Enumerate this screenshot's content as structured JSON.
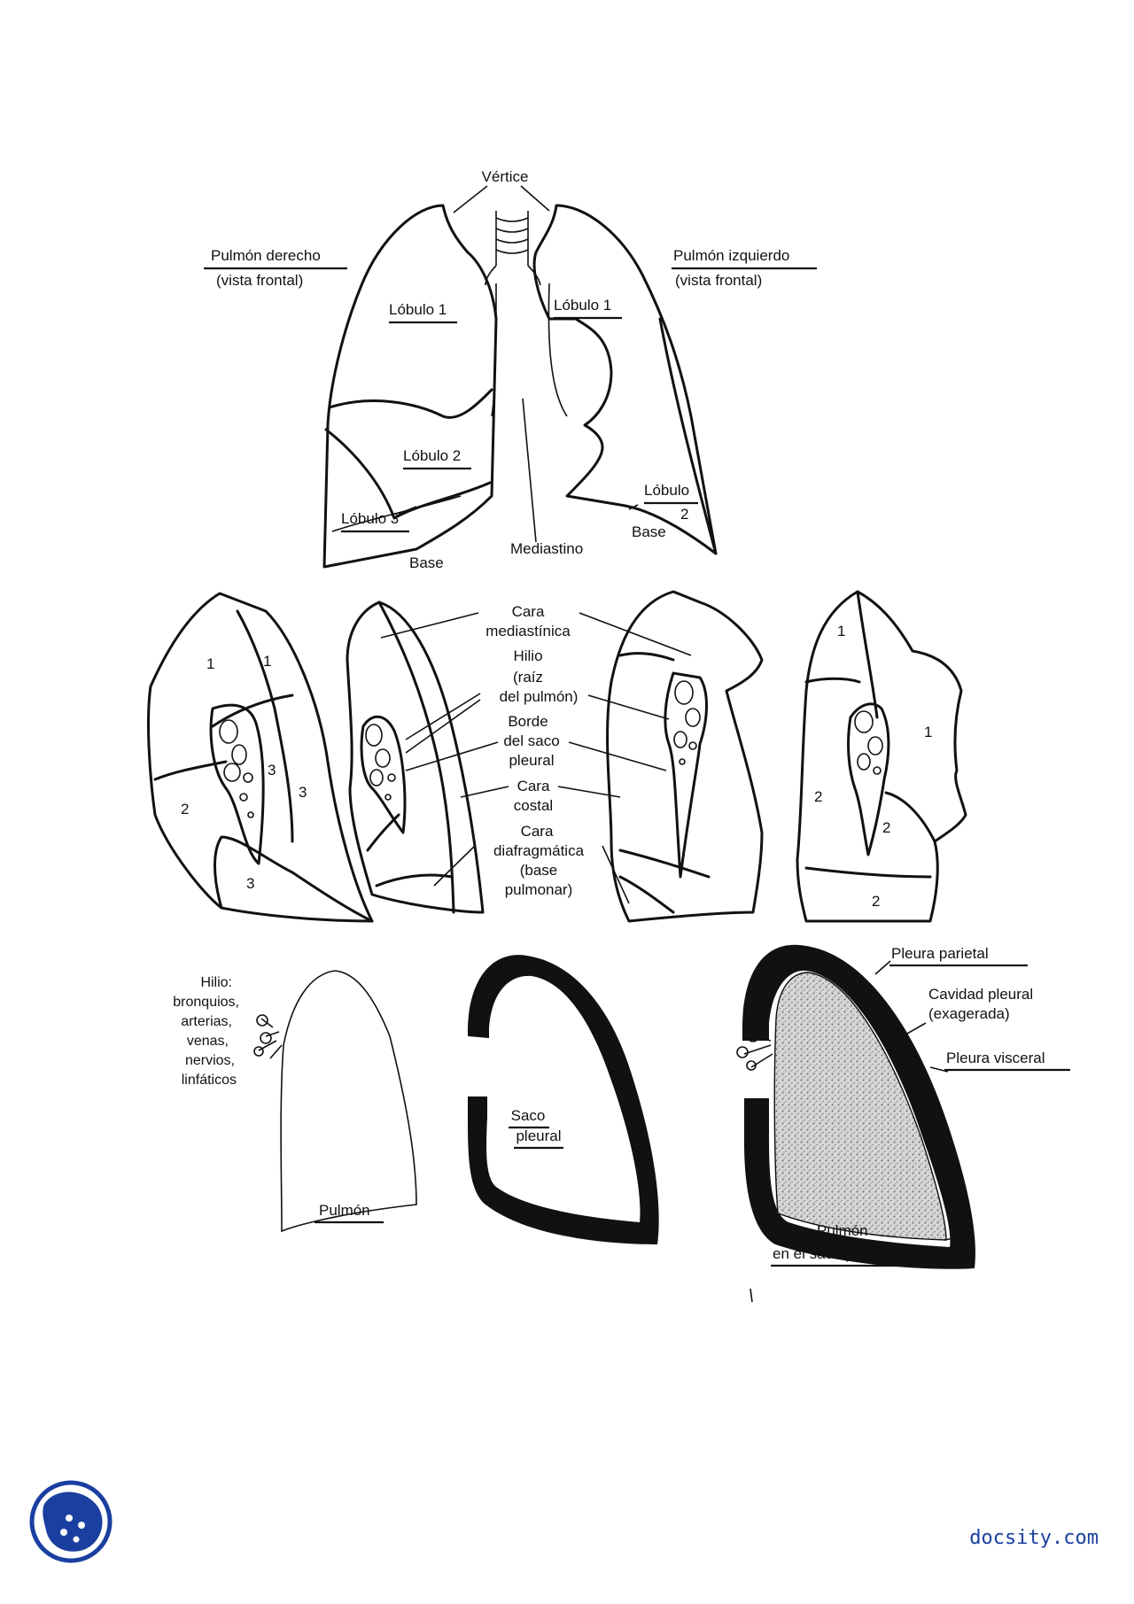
{
  "diagram": {
    "top": {
      "vertex": "Vértice",
      "right_lung_title": "Pulmón derecho",
      "right_lung_view": "(vista frontal)",
      "left_lung_title": "Pulmón izquierdo",
      "left_lung_view": "(vista frontal)",
      "right_lobe1": "Lóbulo 1",
      "right_lobe2": "Lóbulo 2",
      "right_lobe3": "Lóbulo 3",
      "right_base": "Base",
      "left_lobe1": "Lóbulo 1",
      "left_lobe2_line1": "Lóbulo",
      "left_lobe2_line2": "2",
      "left_base": "Base",
      "mediastinum": "Mediastino"
    },
    "middle": {
      "lobe_numbers": [
        "1",
        "1",
        "3",
        "3",
        "2",
        "3",
        "1",
        "1",
        "2",
        "2",
        "2"
      ],
      "labels": [
        "Cara",
        "mediastínica",
        "Hilio",
        "(raíz",
        "del pulmón)",
        "Borde",
        "del saco",
        "pleural",
        "Cara",
        "costal",
        "Cara",
        "diafragmática",
        "(base",
        "pulmonar)"
      ]
    },
    "bottom": {
      "hilum_lines": [
        "Hilio:",
        "bronquios,",
        "arterias,",
        "venas,",
        "nervios,",
        "linfáticos"
      ],
      "lung_label": "Pulmón",
      "sac_line1": "Saco",
      "sac_line2": "pleural",
      "parietal": "Pleura parietal",
      "cavity_line1": "Cavidad pleural",
      "cavity_line2": "(exagerada)",
      "visceral": "Pleura visceral",
      "in_sac_line1": "Pulmón",
      "in_sac_line2": "en el saco pleural"
    }
  },
  "footer": {
    "watermark": "docsity.com",
    "logo_icon": "docsity-logo-icon"
  },
  "colors": {
    "ink": "#111111",
    "brand": "#1a3fa0",
    "stipple": "#9a9a9a"
  }
}
